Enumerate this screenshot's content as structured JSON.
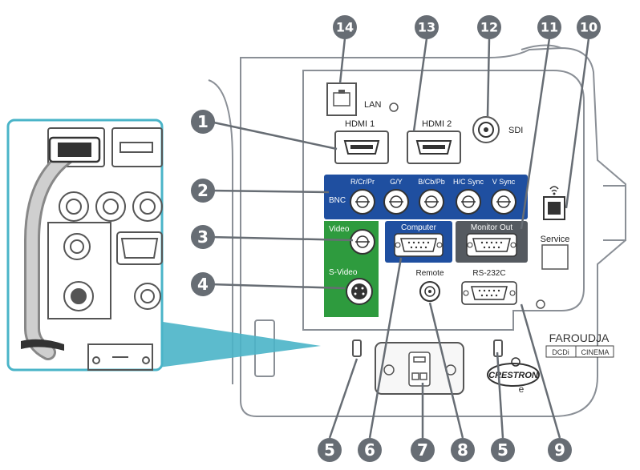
{
  "labels": {
    "lan": "LAN",
    "hdmi1": "HDMI 1",
    "hdmi2": "HDMI 2",
    "sdi": "SDI",
    "bnc": "BNC",
    "bnc_r": "R/Cr/Pr",
    "bnc_g": "G/Y",
    "bnc_b": "B/Cb/Pb",
    "bnc_h": "H/C Sync",
    "bnc_v": "V Sync",
    "video": "Video",
    "svideo": "S-Video",
    "computer": "Computer",
    "monitor_out": "Monitor Out",
    "remote": "Remote",
    "rs232c": "RS-232C",
    "service": "Service",
    "faroudja": "FAROUDJA",
    "dcdi": "DCDi",
    "cinema": "CINEMA",
    "crestron": "CRESTRON"
  },
  "callouts": {
    "c1": "1",
    "c2": "2",
    "c3": "3",
    "c4": "4",
    "c5a": "5",
    "c6": "6",
    "c7": "7",
    "c8": "8",
    "c5b": "5",
    "c9": "9",
    "c10": "10",
    "c11": "11",
    "c12": "12",
    "c13": "13",
    "c14": "14"
  },
  "colors": {
    "bnc_panel": "#1f4fa0",
    "video_panel": "#2e9b3e",
    "monitor_panel": "#555a60",
    "outline": "#8a8f96",
    "callout_fill": "#676d74",
    "inset_border": "#4ab4c8"
  }
}
